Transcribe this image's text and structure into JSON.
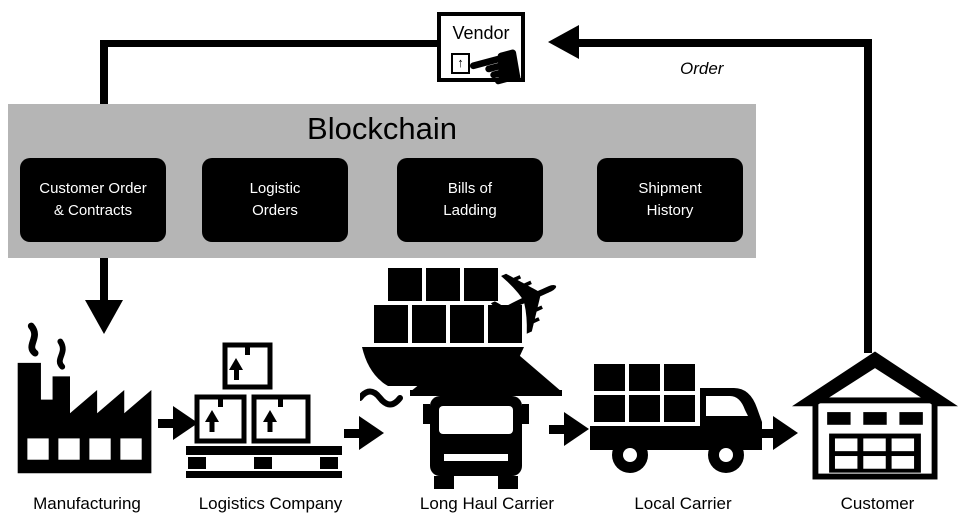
{
  "vendor": {
    "label": "Vendor"
  },
  "order": {
    "label": "Order"
  },
  "blockchain": {
    "title": "Blockchain",
    "blocks": [
      {
        "label": "Customer Order\n& Contracts"
      },
      {
        "label": "Logistic\nOrders"
      },
      {
        "label": "Bills of\nLadding"
      },
      {
        "label": "Shipment\nHistory"
      }
    ]
  },
  "chain": {
    "items": [
      {
        "label": "Manufacturing",
        "icon": "factory-icon"
      },
      {
        "label": "Logistics Company",
        "icon": "pallet-boxes-icon"
      },
      {
        "label": "Long Haul Carrier",
        "icon": "ship-plane-truck-icon"
      },
      {
        "label": "Local Carrier",
        "icon": "delivery-truck-icon"
      },
      {
        "label": "Customer",
        "icon": "warehouse-icon"
      }
    ]
  },
  "glyphs": {
    "hand": "☚",
    "plane": "✈",
    "box_arrow": "↑"
  },
  "colors": {
    "banner_gray": "#b5b5b5",
    "block_bg": "#000000",
    "block_text": "#ffffff",
    "line": "#000000"
  }
}
